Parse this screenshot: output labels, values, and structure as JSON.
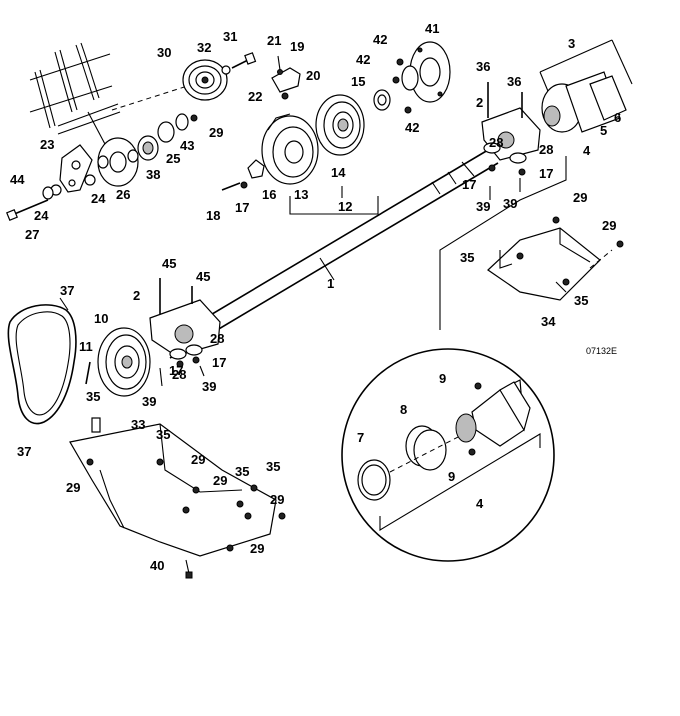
{
  "drawing_code": "07132E",
  "callouts": {
    "c1": "1",
    "c2a": "2",
    "c2b": "2",
    "c3": "3",
    "c4a": "4",
    "c4b": "4",
    "c5": "5",
    "c6": "6",
    "c7": "7",
    "c8": "8",
    "c9a": "9",
    "c9b": "9",
    "c10": "10",
    "c11": "11",
    "c12": "12",
    "c13": "13",
    "c14": "14",
    "c15": "15",
    "c16": "16",
    "c17a": "17",
    "c17b": "17",
    "c17c": "17",
    "c17d": "17",
    "c17e": "17",
    "c18": "18",
    "c19": "19",
    "c20": "20",
    "c21": "21",
    "c22": "22",
    "c23": "23",
    "c24a": "24",
    "c24b": "24",
    "c25": "25",
    "c26": "26",
    "c27": "27",
    "c28a": "28",
    "c28b": "28",
    "c28c": "28",
    "c28d": "28",
    "c29a": "29",
    "c29b": "29",
    "c29c": "29",
    "c29d": "29",
    "c29e": "29",
    "c29f": "29",
    "c29g": "29",
    "c29h": "29",
    "c30": "30",
    "c31": "31",
    "c32": "32",
    "c33": "33",
    "c34": "34",
    "c35a": "35",
    "c35b": "35",
    "c35c": "35",
    "c35d": "35",
    "c35e": "35",
    "c35f": "35",
    "c36a": "36",
    "c36b": "36",
    "c37a": "37",
    "c37b": "37",
    "c38": "38",
    "c39a": "39",
    "c39b": "39",
    "c39c": "39",
    "c39d": "39",
    "c40": "40",
    "c41": "41",
    "c42a": "42",
    "c42b": "42",
    "c42c": "42",
    "c43": "43",
    "c44": "44",
    "c45a": "45",
    "c45b": "45"
  }
}
